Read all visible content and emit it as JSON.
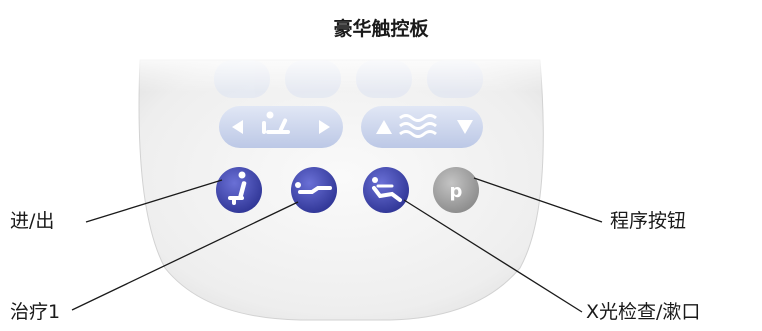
{
  "title": "豪华触控板",
  "callouts": {
    "enter_exit": "进/出",
    "therapy_1": "治疗1",
    "program_button": "程序按钮",
    "xray_rinse": "X光检查/漱口"
  },
  "buttons": {
    "program_letter": "p"
  },
  "colors": {
    "button_blue": "#3a3fa8",
    "button_gray": "#9c9c9c",
    "faded_button": "#c9d3ea",
    "panel": "#f2f2f2"
  },
  "icons": [
    "sit-up-icon",
    "lie-flat-icon",
    "recline-icon",
    "program-p-icon",
    "tilt-arrows-icon",
    "rinse-arrows-icon"
  ]
}
